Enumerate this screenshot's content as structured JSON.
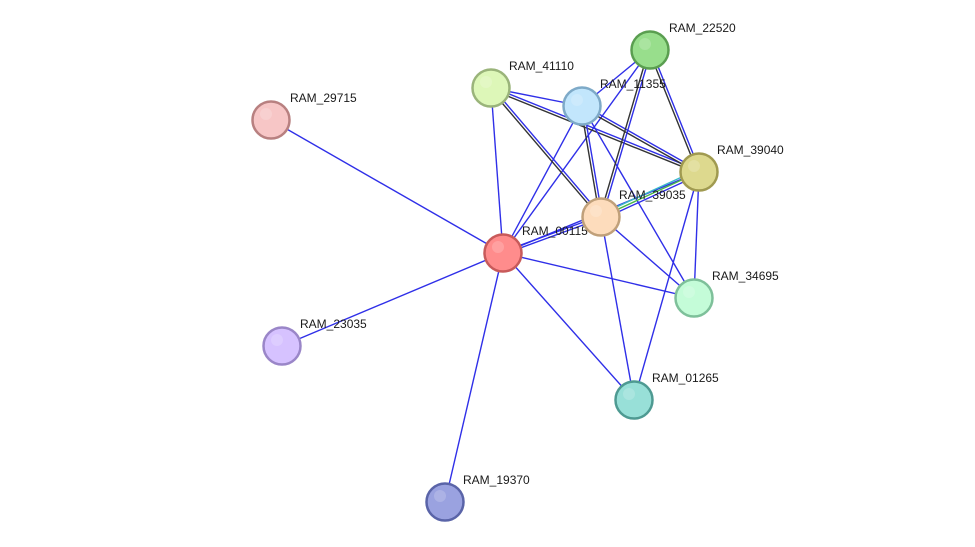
{
  "network": {
    "nodes": [
      {
        "id": "RAM_00115",
        "label": "RAM_00115",
        "fill": "#ff8c8c",
        "stroke": "#c85a5a"
      },
      {
        "id": "RAM_29715",
        "label": "RAM_29715",
        "fill": "#f7c6c6",
        "stroke": "#b88080"
      },
      {
        "id": "RAM_23035",
        "label": "RAM_23035",
        "fill": "#d6c2ff",
        "stroke": "#9a86c8"
      },
      {
        "id": "RAM_19370",
        "label": "RAM_19370",
        "fill": "#9aa2e0",
        "stroke": "#5a64a8"
      },
      {
        "id": "RAM_41110",
        "label": "RAM_41110",
        "fill": "#ddf7b8",
        "stroke": "#9ab47a"
      },
      {
        "id": "RAM_11355",
        "label": "RAM_11355",
        "fill": "#c2e6fc",
        "stroke": "#7eaac8"
      },
      {
        "id": "RAM_22520",
        "label": "RAM_22520",
        "fill": "#98de8c",
        "stroke": "#5a9e50"
      },
      {
        "id": "RAM_39040",
        "label": "RAM_39040",
        "fill": "#ddd98e",
        "stroke": "#a09a50"
      },
      {
        "id": "RAM_39035",
        "label": "RAM_39035",
        "fill": "#fddcbc",
        "stroke": "#c0a07a"
      },
      {
        "id": "RAM_34695",
        "label": "RAM_34695",
        "fill": "#c4fcd8",
        "stroke": "#7ec09a"
      },
      {
        "id": "RAM_01265",
        "label": "RAM_01265",
        "fill": "#98e0d8",
        "stroke": "#4e9a92"
      }
    ],
    "edges": [
      {
        "source": "RAM_00115",
        "target": "RAM_29715",
        "colors": [
          "#2f2fe8"
        ]
      },
      {
        "source": "RAM_00115",
        "target": "RAM_23035",
        "colors": [
          "#2f2fe8"
        ]
      },
      {
        "source": "RAM_00115",
        "target": "RAM_19370",
        "colors": [
          "#2f2fe8"
        ]
      },
      {
        "source": "RAM_00115",
        "target": "RAM_41110",
        "colors": [
          "#2f2fe8"
        ]
      },
      {
        "source": "RAM_00115",
        "target": "RAM_11355",
        "colors": [
          "#2f2fe8"
        ]
      },
      {
        "source": "RAM_00115",
        "target": "RAM_22520",
        "colors": [
          "#2f2fe8"
        ]
      },
      {
        "source": "RAM_00115",
        "target": "RAM_39040",
        "colors": [
          "#2f2fe8"
        ]
      },
      {
        "source": "RAM_00115",
        "target": "RAM_39035",
        "colors": [
          "#2f2fe8",
          "#2f2fe8"
        ]
      },
      {
        "source": "RAM_00115",
        "target": "RAM_34695",
        "colors": [
          "#2f2fe8"
        ]
      },
      {
        "source": "RAM_00115",
        "target": "RAM_01265",
        "colors": [
          "#2f2fe8"
        ]
      },
      {
        "source": "RAM_41110",
        "target": "RAM_11355",
        "colors": [
          "#2f2fe8"
        ]
      },
      {
        "source": "RAM_41110",
        "target": "RAM_39040",
        "colors": [
          "#2f2fe8",
          "#333333"
        ]
      },
      {
        "source": "RAM_41110",
        "target": "RAM_39035",
        "colors": [
          "#2f2fe8",
          "#333333"
        ]
      },
      {
        "source": "RAM_11355",
        "target": "RAM_22520",
        "colors": [
          "#2f2fe8"
        ]
      },
      {
        "source": "RAM_11355",
        "target": "RAM_39040",
        "colors": [
          "#2f2fe8",
          "#333333"
        ]
      },
      {
        "source": "RAM_11355",
        "target": "RAM_39035",
        "colors": [
          "#2f2fe8",
          "#333333"
        ]
      },
      {
        "source": "RAM_11355",
        "target": "RAM_34695",
        "colors": [
          "#2f2fe8"
        ]
      },
      {
        "source": "RAM_22520",
        "target": "RAM_39040",
        "colors": [
          "#2f2fe8",
          "#333333"
        ]
      },
      {
        "source": "RAM_22520",
        "target": "RAM_39035",
        "colors": [
          "#2f2fe8",
          "#333333"
        ]
      },
      {
        "source": "RAM_39040",
        "target": "RAM_39035",
        "colors": [
          "#2f2fe8",
          "#48b848",
          "#3ab8c8"
        ]
      },
      {
        "source": "RAM_39040",
        "target": "RAM_34695",
        "colors": [
          "#2f2fe8"
        ]
      },
      {
        "source": "RAM_39040",
        "target": "RAM_01265",
        "colors": [
          "#2f2fe8"
        ]
      },
      {
        "source": "RAM_39035",
        "target": "RAM_34695",
        "colors": [
          "#2f2fe8"
        ]
      },
      {
        "source": "RAM_39035",
        "target": "RAM_01265",
        "colors": [
          "#2f2fe8"
        ]
      }
    ]
  }
}
